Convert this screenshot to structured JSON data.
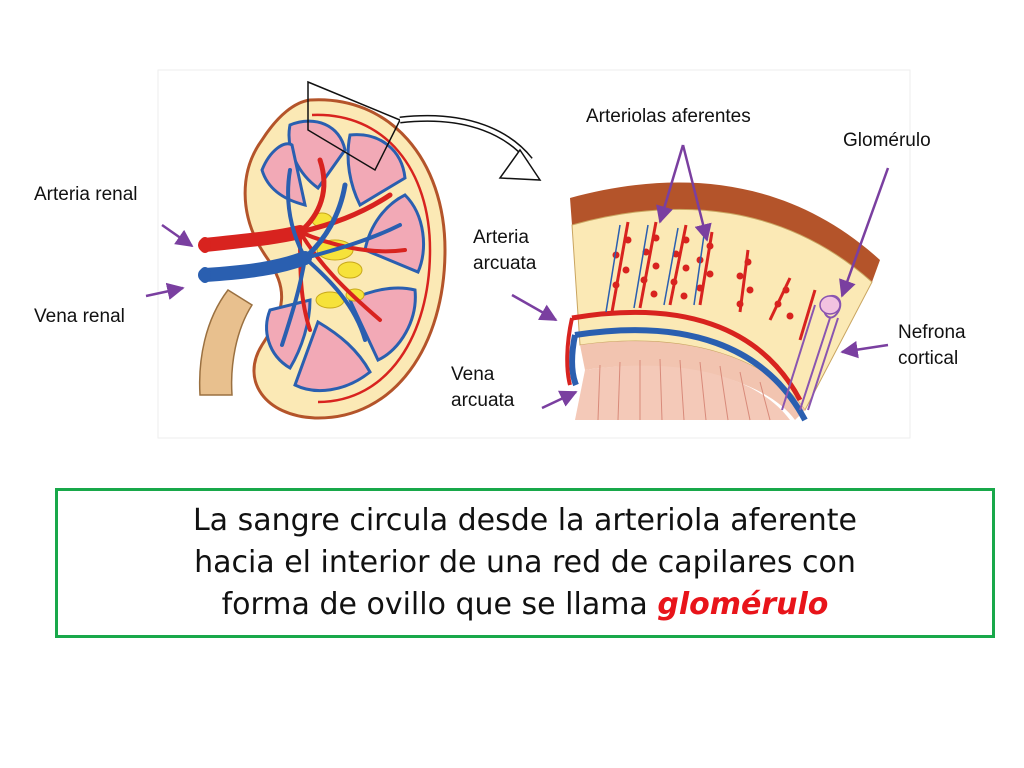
{
  "labels": {
    "arteria_renal": "Arteria renal",
    "vena_renal": "Vena renal",
    "arteriolas_aferentes": "Arteriolas aferentes",
    "glomerulo": "Glomérulo",
    "arteria_arcuata_1": "Arteria",
    "arteria_arcuata_2": "arcuata",
    "vena_arcuata_1": "Vena",
    "vena_arcuata_2": "arcuata",
    "nefrona_cortical_1": "Nefrona",
    "nefrona_cortical_2": "cortical"
  },
  "caption": {
    "line1": "La sangre circula desde la arteriola aferente",
    "line2": "hacia el interior de una red de capilares con",
    "line3": "forma de ovillo que se llama",
    "highlight": "glomérulo"
  },
  "colors": {
    "arrow": "#7a3fa0",
    "artery": "#d8231f",
    "vein": "#2a5fb0",
    "pyramid": "#f2a9b6",
    "cortex": "#fbe9b5",
    "capsule": "#b4542a",
    "box_border": "#18a84a",
    "highlight": "#e8141a"
  }
}
